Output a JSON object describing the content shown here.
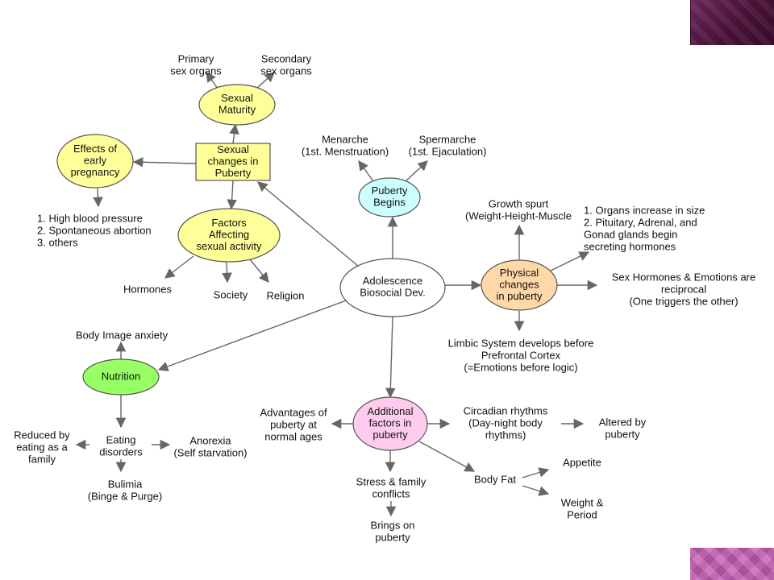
{
  "colors": {
    "yellow": "#ffff99",
    "cyan": "#ccffff",
    "orange": "#ffd8a8",
    "green": "#99ff66",
    "pink": "#ffccee",
    "white": "#ffffff",
    "deco_top": "#4a1238",
    "deco_bottom": "#c45cb4",
    "arrow": "#666666"
  },
  "nodes": {
    "center": [
      "Adolescence",
      "Biosocial Dev."
    ],
    "sexual_changes": [
      "Sexual",
      "changes in",
      "Puberty"
    ],
    "sexual_maturity": [
      "Sexual",
      "Maturity"
    ],
    "effects_pregnancy": [
      "Effects of",
      "early",
      "pregnancy"
    ],
    "factors_sexual": [
      "Factors",
      "Affecting",
      "sexual activity"
    ],
    "puberty_begins": [
      "Puberty",
      "Begins"
    ],
    "physical_changes": [
      "Physical",
      "changes",
      "in puberty"
    ],
    "nutrition": [
      "Nutrition"
    ],
    "additional_factors": [
      "Additional",
      "factors in",
      "puberty"
    ]
  },
  "labels": {
    "primary_sex": [
      "Primary",
      "sex organs"
    ],
    "secondary_sex": [
      "Secondary",
      "sex organs"
    ],
    "pregnancy_list": [
      "1. High blood pressure",
      "2. Spontaneous abortion",
      "3. others"
    ],
    "hormones": [
      "Hormones"
    ],
    "society": [
      "Society"
    ],
    "religion": [
      "Religion"
    ],
    "menarche": [
      "Menarche",
      "(1st. Menstruation)"
    ],
    "spermarche": [
      "Spermarche",
      "(1st. Ejaculation)"
    ],
    "growth_spurt": [
      "Growth spurt",
      "(Weight-Height-Muscle"
    ],
    "organs_list": [
      "1. Organs increase in size",
      "2. Pituitary, Adrenal, and",
      "Gonad glands begin",
      "secreting hormones"
    ],
    "sex_hormones": [
      "Sex Hormones & Emotions are",
      "reciprocal",
      "(One triggers the other)"
    ],
    "limbic": [
      "Limbic System develops before",
      "Prefrontal Cortex",
      "(=Emotions before logic)"
    ],
    "body_image": [
      "Body Image anxiety"
    ],
    "eating_disorders": [
      "Eating",
      "disorders"
    ],
    "reduced": [
      "Reduced by",
      "eating as a",
      "family"
    ],
    "anorexia": [
      "Anorexia",
      "(Self starvation)"
    ],
    "bulimia": [
      "Bulimia",
      "(Binge & Purge)"
    ],
    "advantages": [
      "Advantages of",
      "puberty at",
      "normal ages"
    ],
    "circadian": [
      "Circadian rhythms",
      "(Day-night body",
      "rhythms)"
    ],
    "altered": [
      "Altered by",
      "puberty"
    ],
    "body_fat": [
      "Body Fat"
    ],
    "appetite": [
      "Appetite"
    ],
    "weight_period": [
      "Weight &",
      "Period"
    ],
    "stress": [
      "Stress & family",
      "conflicts"
    ],
    "brings_on": [
      "Brings on",
      "puberty"
    ]
  }
}
